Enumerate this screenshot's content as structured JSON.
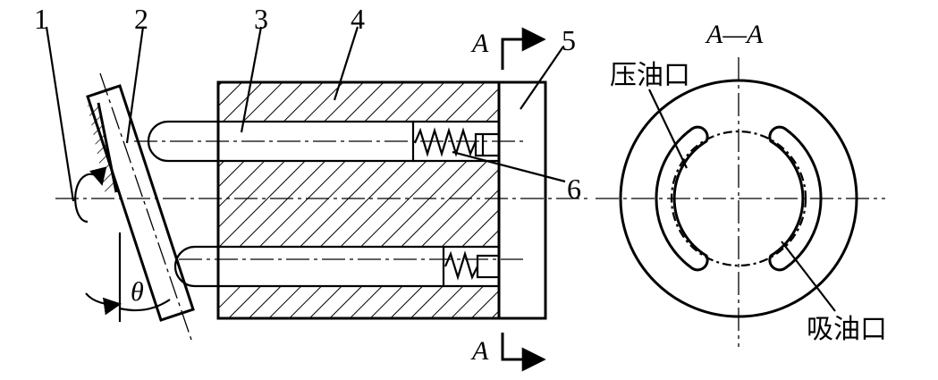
{
  "labels": {
    "part1": "1",
    "part2": "2",
    "part3": "3",
    "part4": "4",
    "part5": "5",
    "part6": "6",
    "section_top": "A",
    "section_bottom": "A",
    "section_view": "A—A",
    "angle": "θ",
    "pressure_port": "压油口",
    "suction_port": "吸油口"
  }
}
